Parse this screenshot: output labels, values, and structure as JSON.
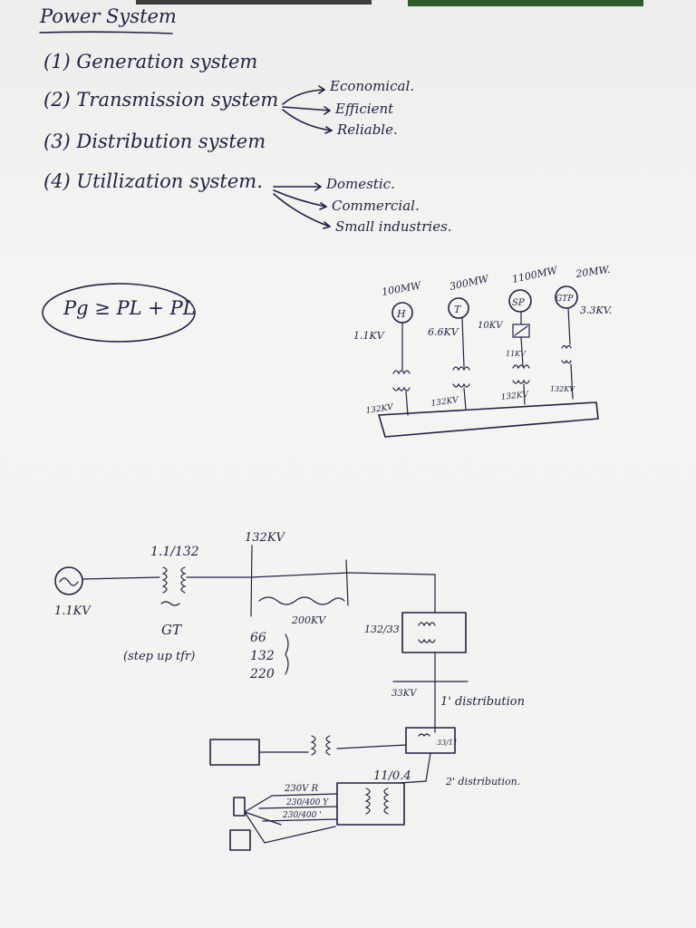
{
  "title": "Power System",
  "items": [
    {
      "label": "(1) Generation system"
    },
    {
      "label": "(2) Transmission system"
    },
    {
      "label": "(3) Distribution system"
    },
    {
      "label": "(4) Utillization system."
    }
  ],
  "transmission_props": [
    "Economical.",
    "Efficient",
    "Reliable."
  ],
  "utilization_types": [
    "Domestic.",
    "Commercial.",
    "Small industries."
  ],
  "equation": "Pg ≥ PL + PL",
  "station_diagram": {
    "stations": [
      {
        "symbol": "H",
        "power": "100MW",
        "gen_voltage": "1.1KV",
        "bus_voltage": "132KV"
      },
      {
        "symbol": "T",
        "power": "300MW",
        "gen_voltage": "6.6KV",
        "bus_voltage": "132KV"
      },
      {
        "symbol": "SP",
        "power": "1100MW",
        "gen_voltage": "10KV",
        "bus_voltage": "132KV"
      },
      {
        "symbol": "GTP",
        "power": "20MW.",
        "gen_voltage": "3.3KV.",
        "bus_voltage": "132KV"
      }
    ],
    "extra_label": "11KV"
  },
  "single_line": {
    "gen_voltage": "1.1KV",
    "gt_ratio": "1.1/132",
    "gt_label": "GT",
    "gt_note": "(step up tfr)",
    "bus_voltage": "132KV",
    "line_voltage": "200KV",
    "voltage_levels": [
      "66",
      "132",
      "220"
    ],
    "sub_ratio": "132/33",
    "primary_voltage": "33KV",
    "primary_label": "1' distribution",
    "ratio_33_11": "33/11",
    "secondary_ratio": "11/0.4",
    "secondary_label": "2' distribution.",
    "lv_lines": [
      "230V R",
      "230/400 Y",
      "230/400 '"
    ]
  }
}
